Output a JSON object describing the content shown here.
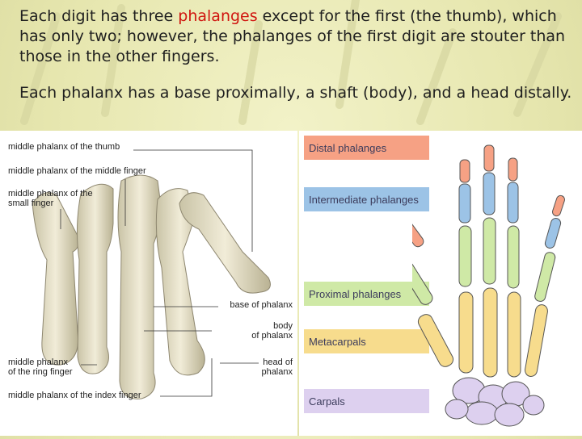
{
  "slide": {
    "p1_before": "Each digit has three ",
    "p1_highlight": "phalanges",
    "p1_after": " except for the first (the thumb), which has only two; however, the phalanges of the first digit are stouter than those in the other fingers.",
    "p2": "Each phalanx has a base proximally, a shaft (body), and a head distally."
  },
  "bone_figure": {
    "labels": {
      "thumb": "middle phalanx of the thumb",
      "middle": "middle phalanx of the middle finger",
      "small": "middle phalanx of the\nsmall finger",
      "ring": "middle phalanx\nof the ring finger",
      "index": "middle phalanx of the index finger",
      "base": "base of phalanx",
      "body": "body\nof phalanx",
      "head": "head of\nphalanx"
    }
  },
  "hand_figure": {
    "legend": {
      "distal": "Distal phalanges",
      "intermediate": "Intermediate phalanges",
      "proximal": "Proximal phalanges",
      "metacarpals": "Metacarpals",
      "carpals": "Carpals"
    },
    "colors": {
      "distal": "#f6a184",
      "intermediate": "#9cc3e6",
      "proximal": "#cfe9a6",
      "metacarpals": "#f7dc8d",
      "carpals": "#ddd0ef"
    }
  }
}
